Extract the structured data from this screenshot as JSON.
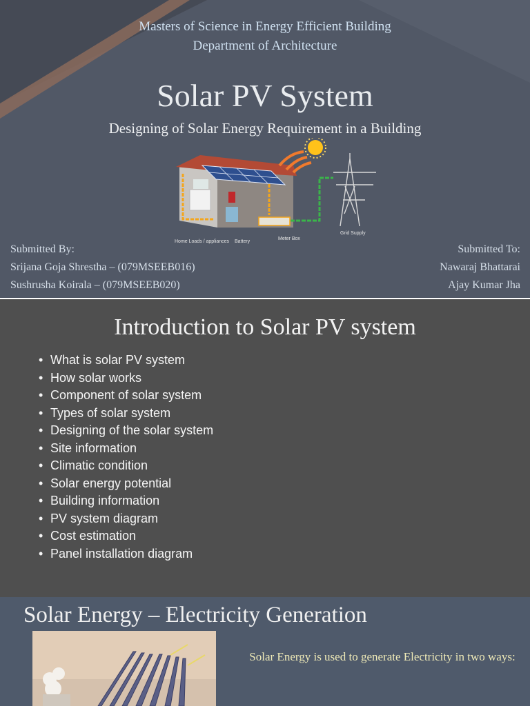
{
  "slide1": {
    "program": "Masters of Science in Energy Efficient Building",
    "department": "Department of Architecture",
    "title": "Solar PV System",
    "subtitle": "Designing of Solar Energy Requirement in a Building",
    "submitted_by": {
      "label": "Submitted By:",
      "names": [
        "Srijana Goja Shrestha – (079MSEEB016)",
        "Sushrusha Koirala – (079MSEEB020)"
      ]
    },
    "submitted_to": {
      "label": "Submitted To:",
      "names": [
        "Nawaraj Bhattarai",
        "Ajay Kumar Jha"
      ]
    },
    "illustration": {
      "caption_loads": "Home Loads / appliances",
      "caption_battery": "Battery",
      "caption_meter": "Meter Box",
      "caption_grid": "Grid Supply",
      "icons": [
        "house-icon",
        "solar-panel-icon",
        "sun-icon",
        "transmission-tower-icon"
      ]
    }
  },
  "slide2": {
    "title": "Introduction to Solar PV system",
    "items": [
      "What is solar PV system",
      "How solar works",
      "Component of solar system",
      "Types of solar system",
      "Designing of the solar system",
      "Site information",
      "Climatic condition",
      "Solar energy potential",
      "Building information",
      "PV system diagram",
      "Cost estimation",
      "Panel installation diagram"
    ]
  },
  "slide3": {
    "title": "Solar Energy – Electricity Generation",
    "text": "Solar Energy is used to generate Electricity in two ways:",
    "photo_icon": "solar-field-photo"
  },
  "colors": {
    "slide1_bg": "#515866",
    "slide2_bg": "#4f4f4f",
    "slide3_bg": "#4f5a6b",
    "accent_stripe": "#8a6a5c",
    "highlight_text": "#f0ebb8"
  }
}
